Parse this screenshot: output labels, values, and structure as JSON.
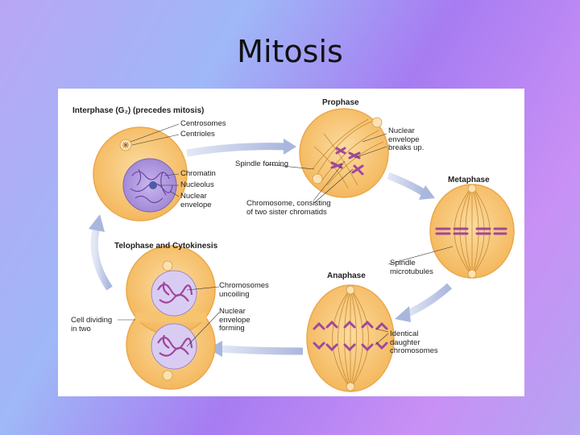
{
  "slide": {
    "title": "Mitosis"
  },
  "stages": {
    "interphase": "Interphase (G₂) (precedes mitosis)",
    "prophase": "Prophase",
    "metaphase": "Metaphase",
    "anaphase": "Anaphase",
    "telophase": "Telophase and Cytokinesis"
  },
  "labels": {
    "centrosomes": "Centrosomes",
    "centrioles": "Centrioles",
    "chromatin": "Chromatin",
    "nucleolus": "Nucleolus",
    "nuclear_envelope": "Nuclear\nenvelope",
    "spindle_forming": "Spindle forming",
    "nuclear_envelope_breaks": "Nuclear\nenvelope\nbreaks up.",
    "chromosome_sister": "Chromosome, consisting\nof two sister chromatids",
    "spindle_microtubules": "Spindle\nmicrotubules",
    "chromosomes_uncoiling": "Chromosomes\nuncoiling",
    "nuclear_envelope_forming": "Nuclear\nenvelope\nforming",
    "cell_dividing": "Cell dividing\nin two",
    "identical_daughter": "Identical\ndaughter\nchromosomes"
  },
  "colors": {
    "cell_fill": "#f7c97a",
    "cell_edge": "#f3b35a",
    "nucleus": "#a58fd6",
    "chromosome": "#a0479b",
    "arrow": "#b8c3e0",
    "spindle": "#c98a33"
  }
}
